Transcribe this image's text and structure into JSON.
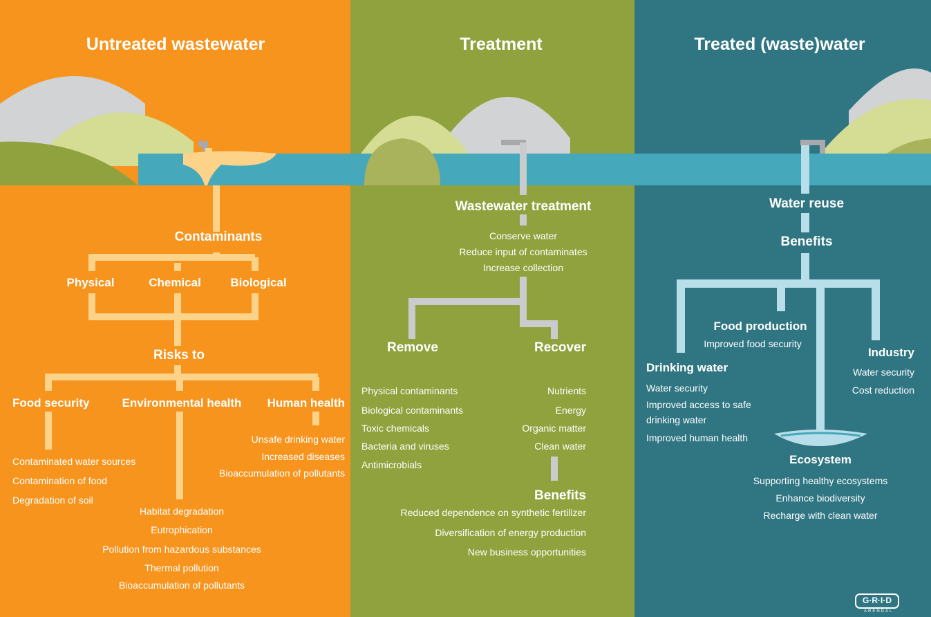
{
  "colors": {
    "untreated": "#f7941d",
    "treatment": "#8fa23d",
    "treated": "#2f7582",
    "river": "#45a8bb",
    "pipe_orange": "#fdd38a",
    "pipe_grey": "#c9cbcd",
    "pipe_blue": "#b8deea"
  },
  "columns": {
    "untreated": {
      "title": "Untreated wastewater",
      "contaminants": "Contaminants",
      "types": [
        "Physical",
        "Chemical",
        "Biological"
      ],
      "risks": "Risks to",
      "food_security": {
        "title": "Food security",
        "items": [
          "Contaminated water sources",
          "Contamination of food",
          "Degradation of soil"
        ]
      },
      "environmental_health": {
        "title": "Environmental health",
        "items": [
          "Habitat degradation",
          "Eutrophication",
          "Pollution from hazardous substances",
          "Thermal pollution",
          "Bioaccumulation of pollutants"
        ]
      },
      "human_health": {
        "title": "Human health",
        "items": [
          "Unsafe drinking water",
          "Increased diseases",
          "Bioaccumulation of pollutants"
        ]
      }
    },
    "treatment": {
      "title": "Treatment",
      "wastewater_treatment": "Wastewater treatment",
      "actions": [
        "Conserve water",
        "Reduce input of contaminates",
        "Increase collection"
      ],
      "remove": {
        "title": "Remove",
        "items": [
          "Physical contaminants",
          "Biological contaminants",
          "Toxic chemicals",
          "Bacteria and viruses",
          "Antimicrobials"
        ]
      },
      "recover": {
        "title": "Recover",
        "items": [
          "Nutrients",
          "Energy",
          "Organic matter",
          "Clean water"
        ]
      },
      "benefits": {
        "title": "Benefits",
        "items": [
          "Reduced dependence on synthetic fertilizer",
          "Diversification of energy production",
          "New business opportunities"
        ]
      }
    },
    "treated": {
      "title": "Treated (waste)water",
      "water_reuse": "Water reuse",
      "benefits": "Benefits",
      "food_production": {
        "title": "Food production",
        "items": [
          "Improved food security"
        ]
      },
      "industry": {
        "title": "Industry",
        "items": [
          "Water security",
          "Cost reduction"
        ]
      },
      "drinking_water": {
        "title": "Drinking water",
        "items": [
          "Water security",
          "Improved access to safe",
          "drinking water",
          "Improved human health"
        ]
      },
      "ecosystem": {
        "title": "Ecosystem",
        "items": [
          "Supporting healthy ecosystems",
          "Enhance biodiversity",
          "Recharge with clean water"
        ]
      }
    }
  },
  "logo": {
    "text": "G·R·I·D",
    "subtitle": "ARENDAL"
  }
}
